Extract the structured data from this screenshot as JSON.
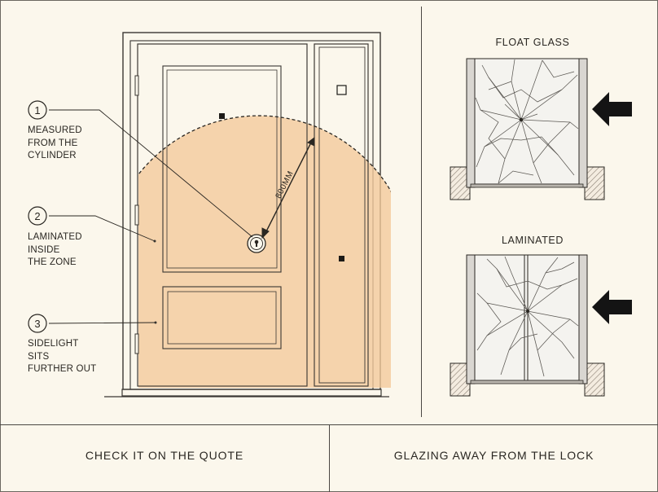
{
  "door_diagram": {
    "dimension_label": "800MM",
    "callouts": [
      {
        "number": "1",
        "label": "MEASURED\nFROM THE\nCYLINDER"
      },
      {
        "number": "2",
        "label": "LAMINATED\nINSIDE\nTHE ZONE"
      },
      {
        "number": "3",
        "label": "SIDELIGHT\nSITS\nFURTHER OUT"
      }
    ]
  },
  "glass_comparison": {
    "float_title": "FLOAT GLASS",
    "laminated_title": "LAMINATED"
  },
  "footer": {
    "left": "CHECK IT ON THE QUOTE",
    "right": "GLAZING AWAY FROM THE LOCK"
  },
  "colors": {
    "background": "#fbf7ec",
    "zone": "#f3c99a",
    "line": "#3a3732",
    "arrow": "#141414"
  }
}
